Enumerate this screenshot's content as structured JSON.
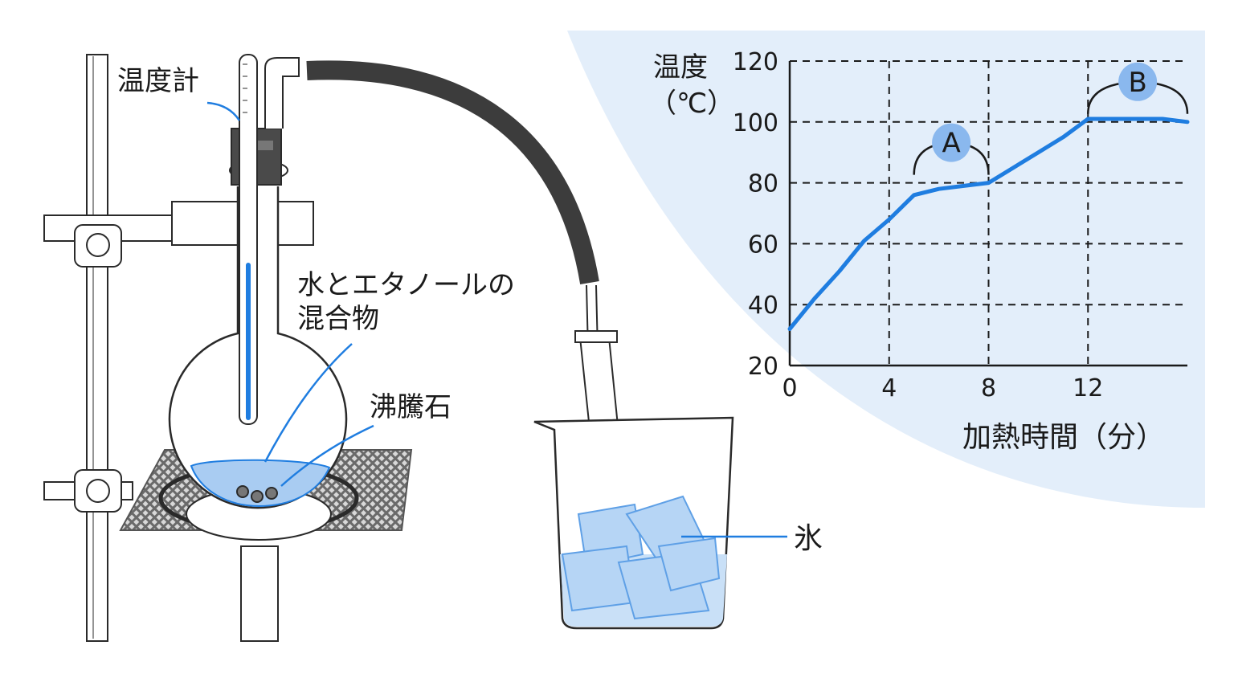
{
  "apparatus": {
    "labels": {
      "thermometer": "温度計",
      "mixture_line1": "水とエタノールの",
      "mixture_line2": "混合物",
      "boiling_stones": "沸騰石",
      "ice": "氷"
    }
  },
  "chart_data": {
    "type": "line",
    "title": "",
    "xlabel": "加熱時間（分）",
    "ylabel_line1": "温度",
    "ylabel_line2": "（℃）",
    "xlim": [
      0,
      16
    ],
    "ylim": [
      20,
      120
    ],
    "x_ticks": [
      0,
      4,
      8,
      12
    ],
    "y_ticks": [
      20,
      40,
      60,
      80,
      100,
      120
    ],
    "grid": true,
    "line_color": "#1f7de0",
    "marker_color": "#8ab8ee",
    "background_color": "#e3eefa",
    "series": [
      {
        "x": [
          0,
          1,
          2,
          3,
          4,
          5,
          6,
          7,
          8,
          9,
          10,
          11,
          12,
          13,
          14,
          15,
          16
        ],
        "y": [
          32,
          42,
          51,
          61,
          68,
          76,
          78,
          79,
          80,
          85,
          90,
          95,
          101,
          101,
          101,
          101,
          100
        ]
      }
    ],
    "annotations": [
      {
        "label": "A",
        "x_range": [
          5,
          8
        ],
        "y": 80
      },
      {
        "label": "B",
        "x_range": [
          12,
          16
        ],
        "y": 100
      }
    ]
  }
}
